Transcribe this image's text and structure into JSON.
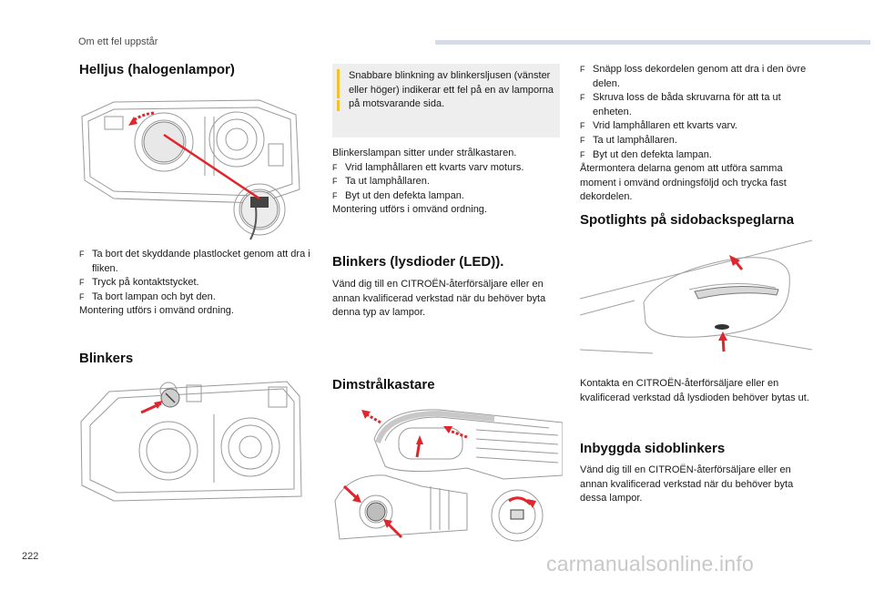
{
  "header": {
    "section": "Om ett fel uppstår"
  },
  "page_number": "222",
  "watermark": "carmanualsonline.info",
  "col1": {
    "heading1": "Helljus (halogenlampor)",
    "steps1": [
      "Ta bort det skyddande plastlocket genom att dra i fliken.",
      "Tryck på kontaktstycket.",
      "Ta bort lampan och byt den."
    ],
    "closing1": "Montering utförs i omvänd ordning.",
    "heading2": "Blinkers"
  },
  "col2": {
    "note": "Snabbare blinkning av blinkersljusen (vänster eller höger) indikerar ett fel på en av lamporna på motsvarande sida.",
    "intro": "Blinkerslampan sitter under strålkastaren.",
    "steps": [
      "Vrid lamphållaren ett kvarts varv moturs.",
      "Ta ut lamphållaren.",
      "Byt ut den defekta lampan."
    ],
    "closing": "Montering utförs i omvänd ordning.",
    "heading_led": "Blinkers (lysdioder (LED)).",
    "led_text": "Vänd dig till en CITROËN-återförsäljare eller en annan kvalificerad verkstad när du behöver byta denna typ av lampor.",
    "heading_fog": "Dimstrålkastare"
  },
  "col3": {
    "steps": [
      "Snäpp loss dekordelen genom att dra i den övre delen.",
      "Skruva loss de båda skruvarna för att ta ut enheten.",
      "Vrid lamphållaren ett kvarts varv.",
      "Ta ut lamphållaren.",
      "Byt ut den defekta lampan."
    ],
    "closing": "Återmontera delarna genom att utföra samma moment i omvänd ordningsföljd och trycka fast dekordelen.",
    "heading_spot": "Spotlights på sidobackspeglarna",
    "spot_text": "Kontakta en CITROËN-återförsäljare eller en kvalificerad verkstad då lysdioden behöver bytas ut.",
    "heading_side": "Inbyggda sidoblinkers",
    "side_text": "Vänd dig till en CITROËN-återförsäljare eller en annan kvalificerad verkstad när du behöver byta dessa lampor."
  },
  "bullet_glyph": "F",
  "accent_color": "#e0262c"
}
